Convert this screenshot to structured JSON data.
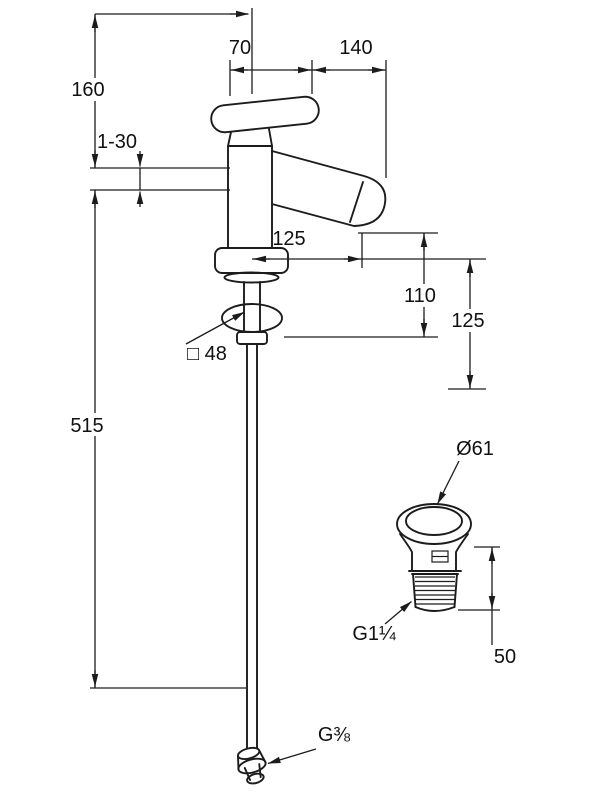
{
  "drawing": {
    "kind": "technical-dimension-drawing",
    "subject": "single-lever basin mixer with pop-up drain valve",
    "line_color": "#1c1c1c",
    "background": "#ffffff"
  },
  "dims": {
    "d70": "70",
    "d140": "140",
    "d160": "160",
    "d1_30": "1-30",
    "d125_spout": "125",
    "d110": "110",
    "d125_right": "125",
    "d48": "□ 48",
    "d515": "515",
    "d61": "Ø61",
    "g114": "G1¼",
    "d50": "50",
    "g38": "G⅜"
  }
}
